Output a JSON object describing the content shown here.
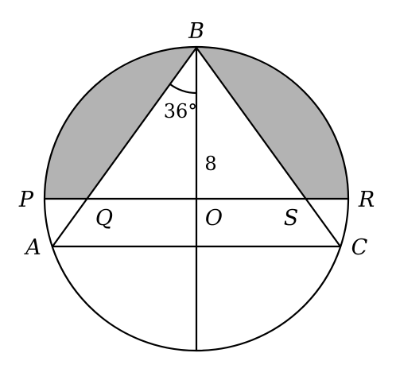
{
  "figure": {
    "points": {
      "B": "B",
      "P": "P",
      "R": "R",
      "A": "A",
      "C": "C",
      "Q": "Q",
      "O": "O",
      "S": "S"
    },
    "angle_label": "36°",
    "length_label": "8",
    "shading_color": "#b3b3b3",
    "line_color": "#000000"
  }
}
